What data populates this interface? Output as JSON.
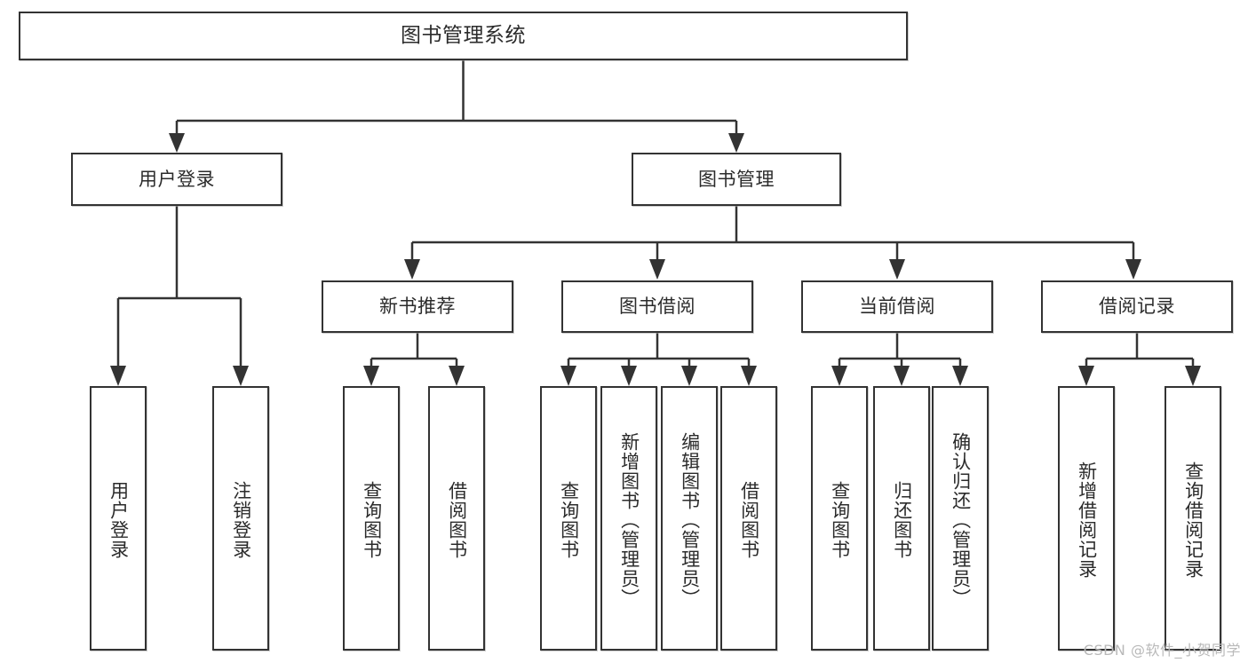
{
  "diagram": {
    "title": "图书管理系统",
    "type": "tree",
    "root": {
      "id": "root",
      "label": "图书管理系统"
    },
    "level2": [
      {
        "id": "user-login",
        "label": "用户登录"
      },
      {
        "id": "book-manage",
        "label": "图书管理"
      }
    ],
    "level3": [
      {
        "id": "new-book-recommend",
        "label": "新书推荐"
      },
      {
        "id": "book-borrow",
        "label": "图书借阅"
      },
      {
        "id": "current-borrow",
        "label": "当前借阅"
      },
      {
        "id": "borrow-record",
        "label": "借阅记录"
      }
    ],
    "leaves": {
      "user_login": [
        {
          "id": "leaf-user-login",
          "label": "用户登录"
        },
        {
          "id": "leaf-logout",
          "label": "注销登录"
        }
      ],
      "new_book_recommend": [
        {
          "id": "leaf-query-book-1",
          "label": "查询图书"
        },
        {
          "id": "leaf-borrow-book-1",
          "label": "借阅图书"
        }
      ],
      "book_borrow": [
        {
          "id": "leaf-query-book-2",
          "label": "查询图书"
        },
        {
          "id": "leaf-add-book",
          "label": "新增图书（管理员）"
        },
        {
          "id": "leaf-edit-book",
          "label": "编辑图书（管理员）"
        },
        {
          "id": "leaf-borrow-book-2",
          "label": "借阅图书"
        }
      ],
      "current_borrow": [
        {
          "id": "leaf-query-book-3",
          "label": "查询图书"
        },
        {
          "id": "leaf-return-book",
          "label": "归还图书"
        },
        {
          "id": "leaf-confirm-return",
          "label": "确认归还（管理员）"
        }
      ],
      "borrow_record": [
        {
          "id": "leaf-add-record",
          "label": "新增借阅记录"
        },
        {
          "id": "leaf-query-record",
          "label": "查询借阅记录"
        }
      ]
    }
  },
  "watermark": {
    "text": "CSDN @软件_小贺同学"
  },
  "colors": {
    "border": "#333333",
    "text": "#2b2b2b",
    "background": "#ffffff",
    "watermark": "#b9b9b9"
  }
}
